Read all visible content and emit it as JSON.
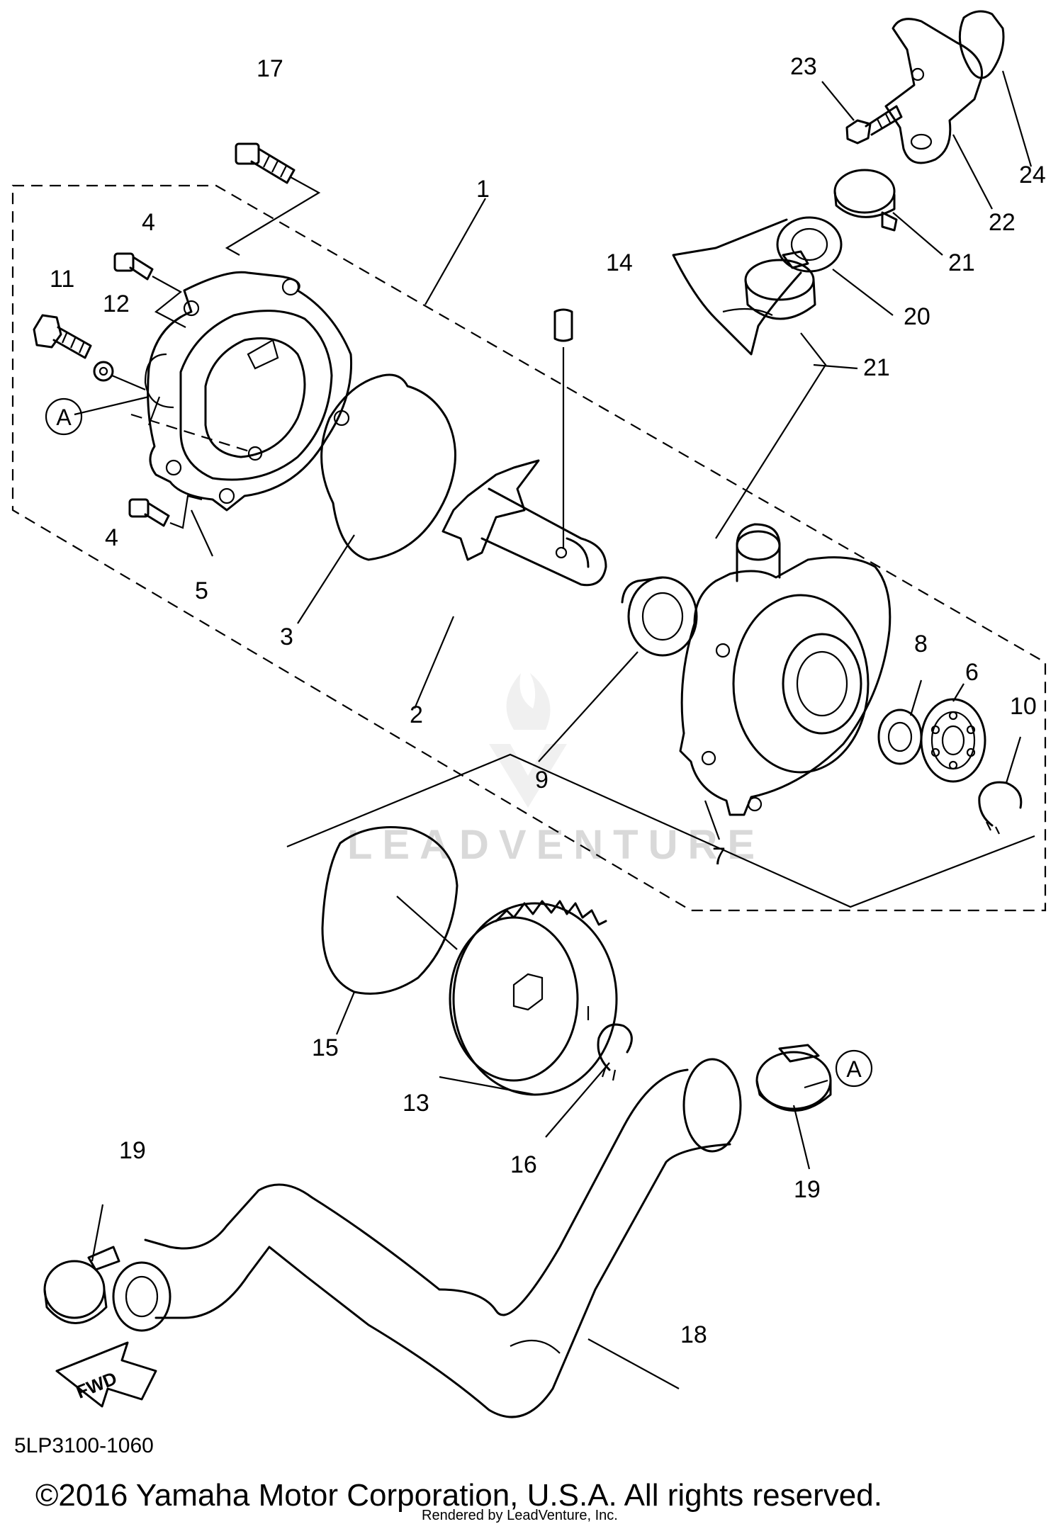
{
  "diagram": {
    "callouts": [
      {
        "id": "c1",
        "label": "1"
      },
      {
        "id": "c2",
        "label": "2"
      },
      {
        "id": "c3",
        "label": "3"
      },
      {
        "id": "c4a",
        "label": "4"
      },
      {
        "id": "c4b",
        "label": "4"
      },
      {
        "id": "c5",
        "label": "5"
      },
      {
        "id": "c6",
        "label": "6"
      },
      {
        "id": "c7",
        "label": "7"
      },
      {
        "id": "c8",
        "label": "8"
      },
      {
        "id": "c9",
        "label": "9"
      },
      {
        "id": "c10",
        "label": "10"
      },
      {
        "id": "c11",
        "label": "11"
      },
      {
        "id": "c12",
        "label": "12"
      },
      {
        "id": "c13",
        "label": "13"
      },
      {
        "id": "c14",
        "label": "14"
      },
      {
        "id": "c15",
        "label": "15"
      },
      {
        "id": "c16",
        "label": "16"
      },
      {
        "id": "c17",
        "label": "17"
      },
      {
        "id": "c18",
        "label": "18"
      },
      {
        "id": "c19a",
        "label": "19"
      },
      {
        "id": "c19b",
        "label": "19"
      },
      {
        "id": "c20",
        "label": "20"
      },
      {
        "id": "c21a",
        "label": "21"
      },
      {
        "id": "c21b",
        "label": "21"
      },
      {
        "id": "c22",
        "label": "22"
      },
      {
        "id": "c23",
        "label": "23"
      },
      {
        "id": "c24",
        "label": "24"
      }
    ],
    "ref_markers": [
      {
        "id": "ra",
        "label": "A"
      },
      {
        "id": "rb",
        "label": "A"
      }
    ],
    "fwd_label": "FWD",
    "diagram_code": "5LP3100-1060",
    "watermark": "LEADVENTURE",
    "copyright": "©2016 Yamaha Motor Corporation, U.S.A. All rights reserved.",
    "rendered_by": "Rendered by LeadVenture, Inc."
  }
}
